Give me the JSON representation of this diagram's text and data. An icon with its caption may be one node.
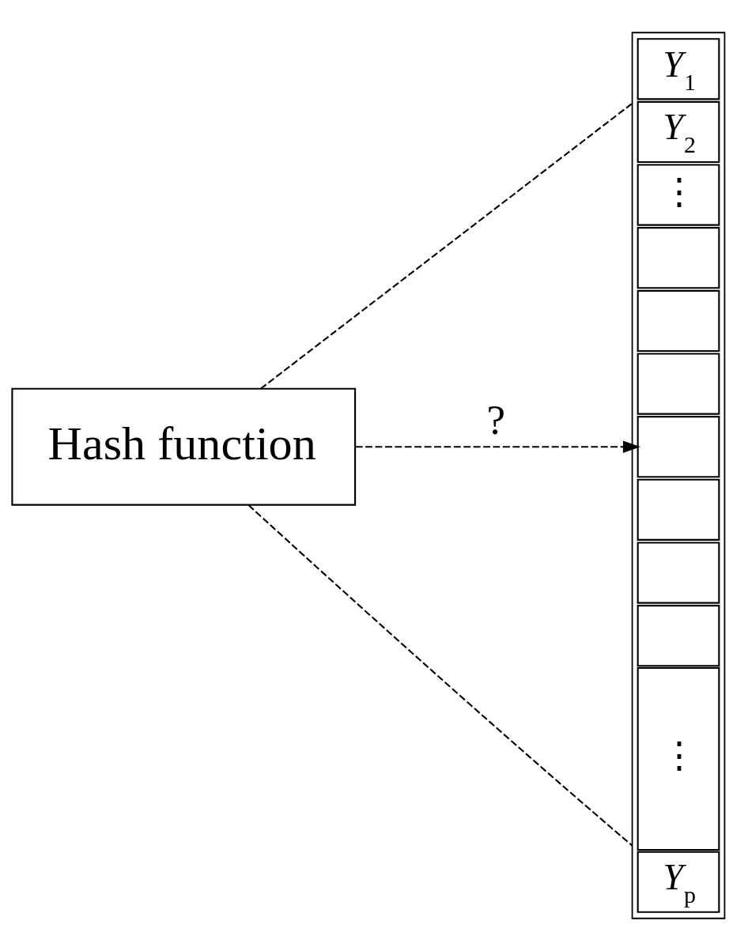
{
  "diagram": {
    "nodes": [
      {
        "text": [
          "Hash function"
        ]
      },
      {
        "text": [],
        "shape": "box"
      },
      {
        "text": [
          "*Y*$_{1}$"
        ],
        "in": 1
      },
      {
        "text": [
          "*Y*$_{2}$"
        ],
        "in": 1
      },
      {
        "text": [
          "⋮"
        ],
        "in": 1
      },
      {
        "text": [],
        "shape": "box",
        "in": 1
      },
      {
        "text": [],
        "shape": "box",
        "in": 1
      },
      {
        "text": [],
        "shape": "box",
        "in": 1
      },
      {
        "text": [],
        "shape": "box",
        "in": 1
      },
      {
        "text": [],
        "shape": "box",
        "in": 1
      },
      {
        "text": [],
        "shape": "box",
        "in": 1
      },
      {
        "text": [],
        "shape": "box",
        "in": 1
      },
      {
        "text": [
          "⋮"
        ],
        "in": 1
      },
      {
        "text": [
          "*Y*$_{p}$"
        ],
        "in": 1
      }
    ],
    "edges": [
      {
        "from": 0,
        "to": 1,
        "arrow": "none",
        "style": "dashed"
      },
      {
        "from": 0,
        "to": 8,
        "arrow": "to",
        "style": "dashed",
        "label": "?"
      },
      {
        "from": 0,
        "to": 1,
        "arrow": "none",
        "style": "dashed"
      }
    ]
  }
}
